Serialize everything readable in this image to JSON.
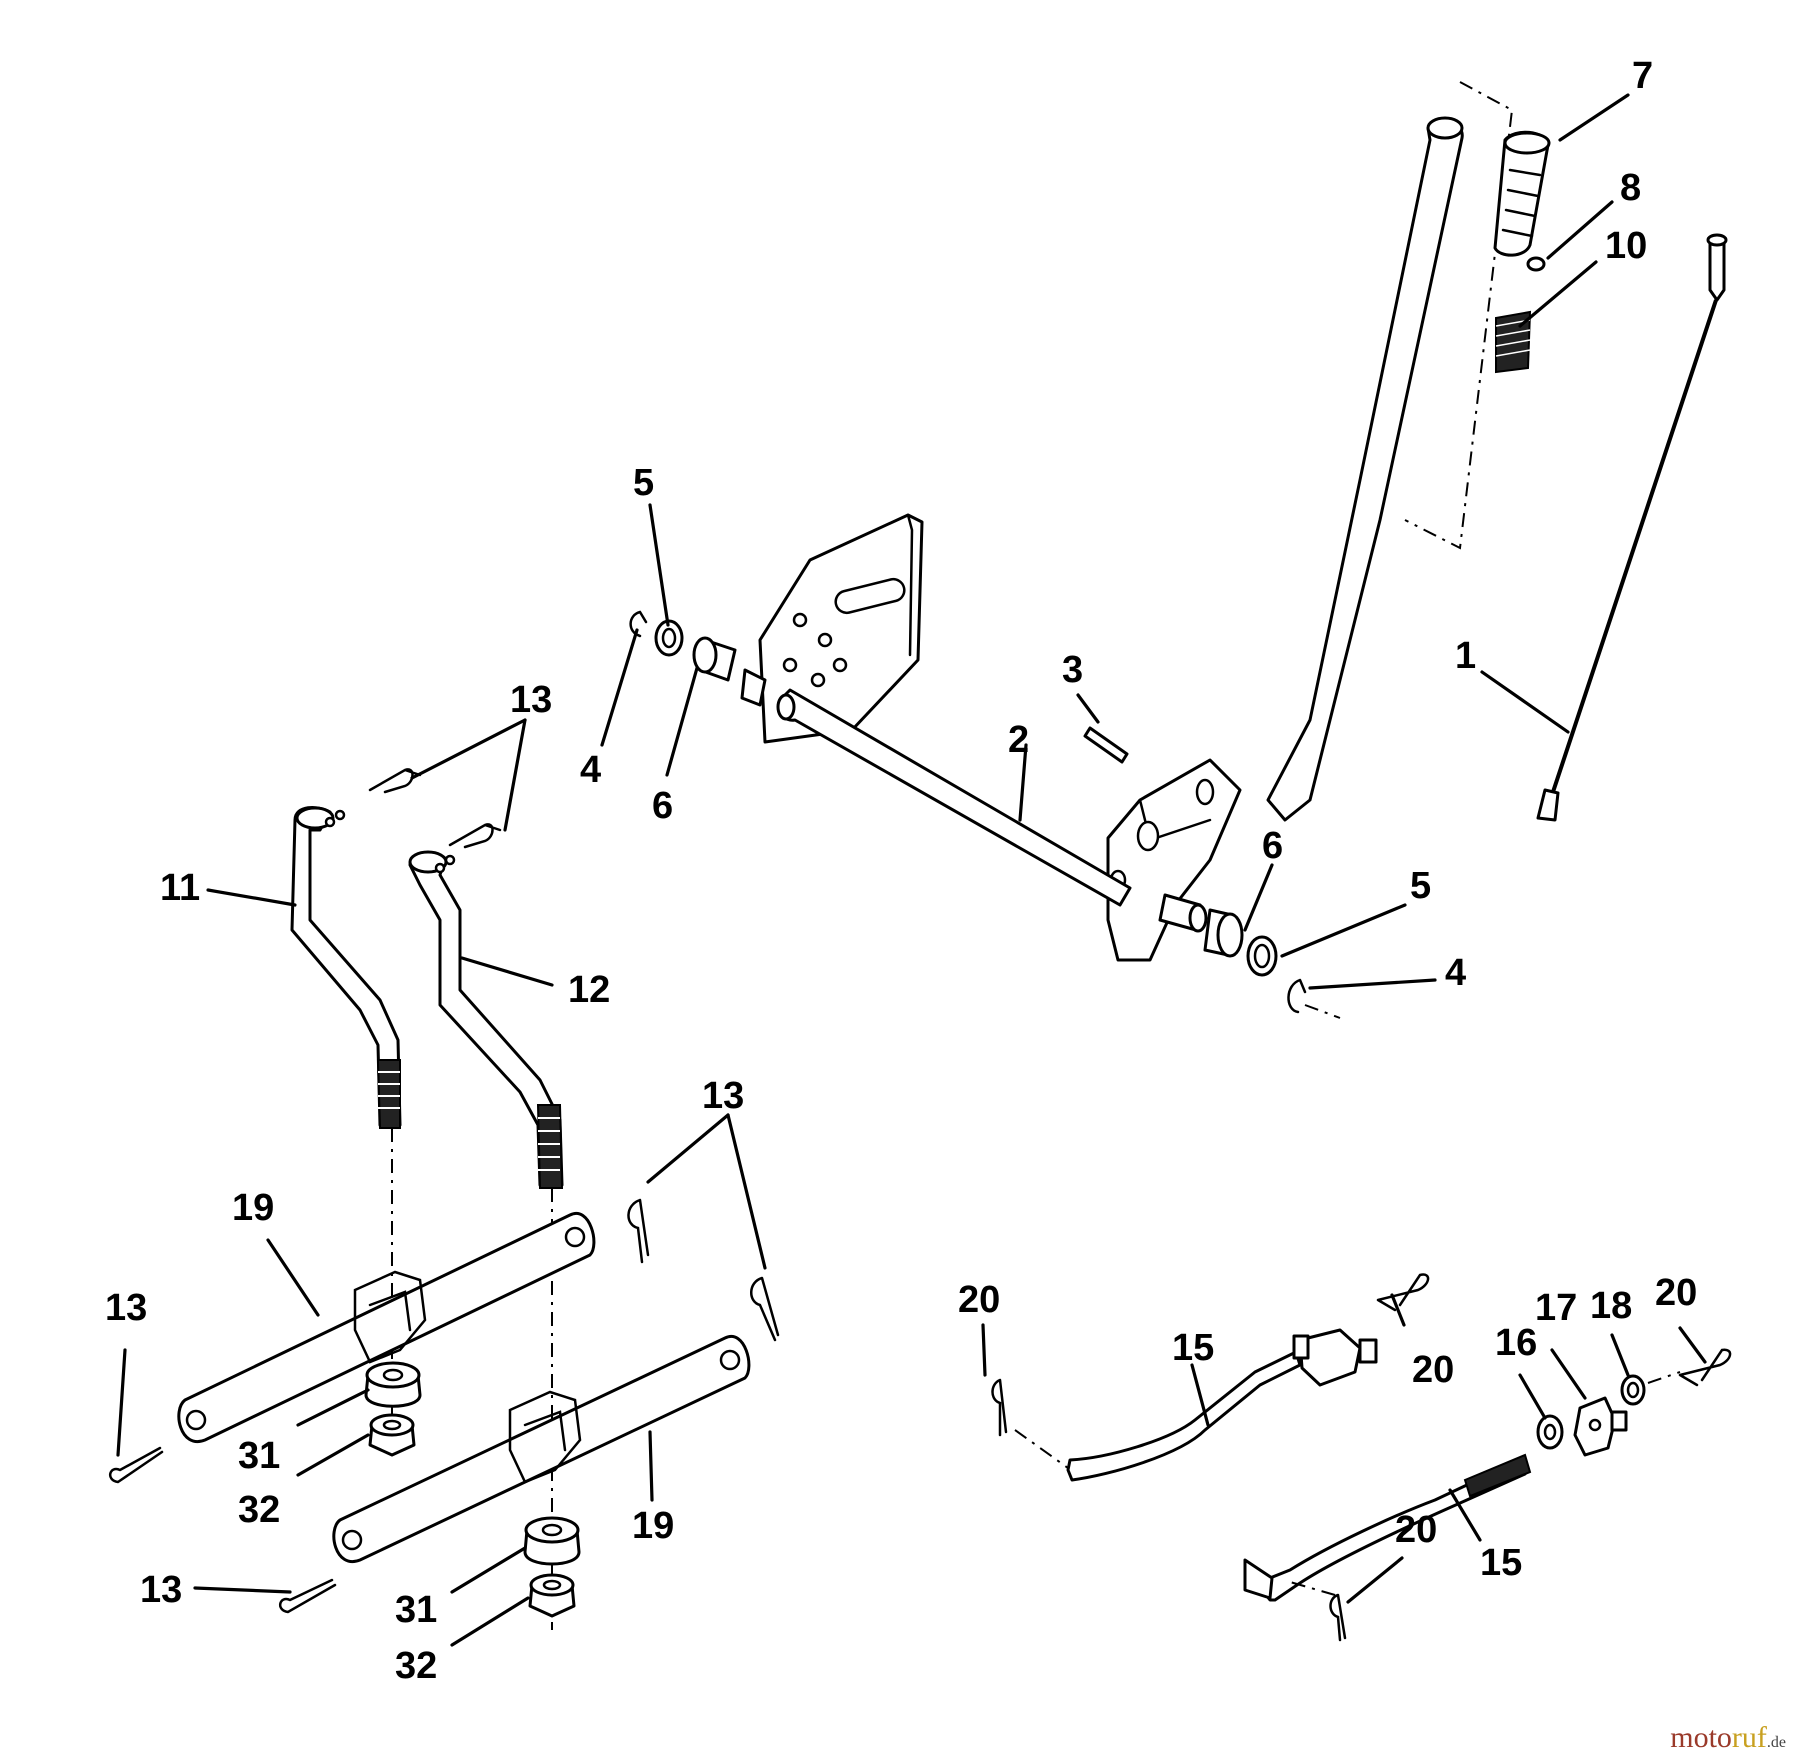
{
  "callouts": {
    "c1": "1",
    "c2": "2",
    "c3": "3",
    "c4a": "4",
    "c4b": "4",
    "c5a": "5",
    "c5b": "5",
    "c6a": "6",
    "c6b": "6",
    "c7": "7",
    "c8": "8",
    "c10": "10",
    "c11": "11",
    "c12": "12",
    "c13a": "13",
    "c13b": "13",
    "c13c": "13",
    "c13d": "13",
    "c15a": "15",
    "c15b": "15",
    "c16": "16",
    "c17": "17",
    "c18": "18",
    "c19a": "19",
    "c19b": "19",
    "c20a": "20",
    "c20b": "20",
    "c20c": "20",
    "c20d": "20",
    "c31a": "31",
    "c31b": "31",
    "c32a": "32",
    "c32b": "32"
  },
  "watermark": {
    "part1": "moto",
    "part2": "ruf",
    "part3": ".de"
  }
}
